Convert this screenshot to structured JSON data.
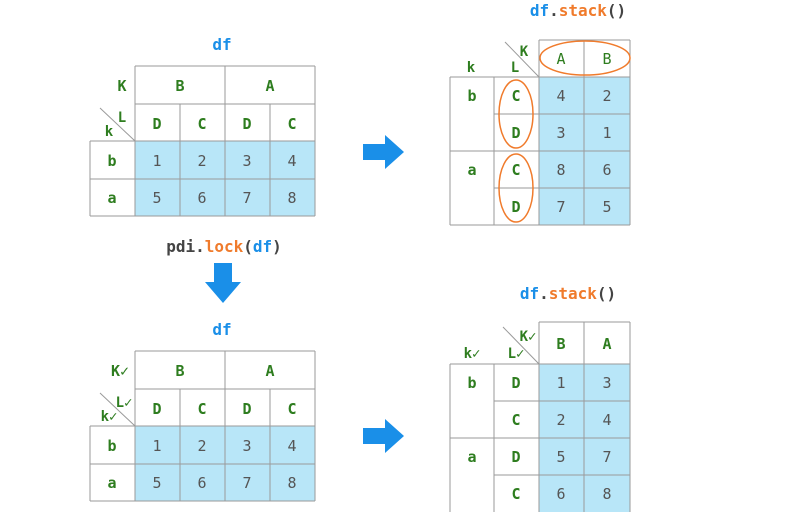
{
  "colors": {
    "header_text": "#2e7d1f",
    "value_text": "#555555",
    "value_fill": "#b8e6f8",
    "grid_line": "#9a9a9a",
    "arrow": "#1a8fe8",
    "df_blue": "#1a8fe8",
    "method_orange": "#f07b2c",
    "code_gray": "#444444",
    "ellipse": "#f07b2c"
  },
  "icons": [
    "arrow-right-icon",
    "arrow-down-icon"
  ],
  "panel1": {
    "title": "df",
    "col_level_name": "K",
    "col_level_corner": "L",
    "row_index_name": "k",
    "top_headers": [
      "B",
      "A"
    ],
    "sub_headers": [
      "D",
      "C",
      "D",
      "C"
    ],
    "rows": [
      {
        "label": "b",
        "values": [
          "1",
          "2",
          "3",
          "4"
        ]
      },
      {
        "label": "a",
        "values": [
          "5",
          "6",
          "7",
          "8"
        ]
      }
    ]
  },
  "panel2": {
    "title_obj": "df",
    "title_dot": ".",
    "title_method": "stack",
    "title_parens": "()",
    "corner_top": "K",
    "corner_bottom": "L",
    "row_index_name": "k",
    "col_headers": [
      "A",
      "B"
    ],
    "groups": [
      {
        "label": "b",
        "rows": [
          {
            "sub": "C",
            "values": [
              "4",
              "2"
            ]
          },
          {
            "sub": "D",
            "values": [
              "3",
              "1"
            ]
          }
        ]
      },
      {
        "label": "a",
        "rows": [
          {
            "sub": "C",
            "values": [
              "8",
              "6"
            ]
          },
          {
            "sub": "D",
            "values": [
              "7",
              "5"
            ]
          }
        ]
      }
    ]
  },
  "middle_code": {
    "prefix": "pdi.",
    "method": "lock",
    "open": "(",
    "arg": "df",
    "close": ")"
  },
  "panel3": {
    "title": "df",
    "col_level_name": "K✓",
    "col_level_corner": "L✓",
    "row_index_name": "k✓",
    "top_headers": [
      "B",
      "A"
    ],
    "sub_headers": [
      "D",
      "C",
      "D",
      "C"
    ],
    "rows": [
      {
        "label": "b",
        "values": [
          "1",
          "2",
          "3",
          "4"
        ]
      },
      {
        "label": "a",
        "values": [
          "5",
          "6",
          "7",
          "8"
        ]
      }
    ]
  },
  "panel4": {
    "title_obj": "df",
    "title_dot": ".",
    "title_method": "stack",
    "title_parens": "()",
    "corner_top": "K✓",
    "corner_bottom": "L✓",
    "row_index_name": "k✓",
    "col_headers": [
      "B",
      "A"
    ],
    "groups": [
      {
        "label": "b",
        "rows": [
          {
            "sub": "D",
            "values": [
              "1",
              "3"
            ]
          },
          {
            "sub": "C",
            "values": [
              "2",
              "4"
            ]
          }
        ]
      },
      {
        "label": "a",
        "rows": [
          {
            "sub": "D",
            "values": [
              "5",
              "7"
            ]
          },
          {
            "sub": "C",
            "values": [
              "6",
              "8"
            ]
          }
        ]
      }
    ]
  }
}
